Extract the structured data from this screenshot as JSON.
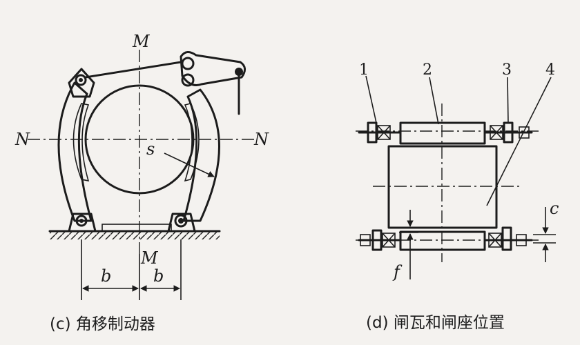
{
  "diagram_c": {
    "caption": "(c) 角移制动器",
    "label_m_top": "M",
    "label_m_bottom": "M",
    "label_n_left": "N",
    "label_n_right": "N",
    "label_s": "s",
    "label_b_left": "b",
    "label_b_right": "b"
  },
  "diagram_d": {
    "caption": "(d) 闸瓦和闸座位置",
    "callouts": [
      "1",
      "2",
      "3",
      "4"
    ],
    "label_c": "c",
    "label_f": "f"
  }
}
